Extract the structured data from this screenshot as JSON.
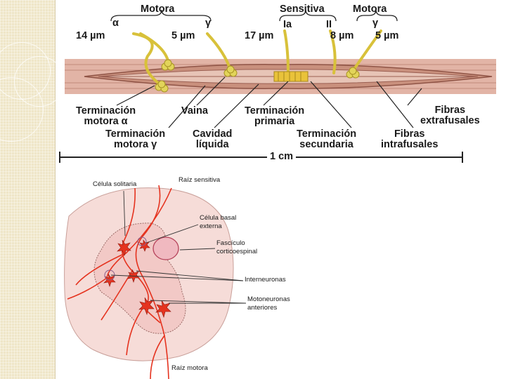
{
  "spindle_figure": {
    "headers": {
      "motora_left": "Motora",
      "sensitiva": "Sensitiva",
      "motora_right": "Motora"
    },
    "greek": {
      "alpha": "α",
      "gamma_left": "γ",
      "ia": "Ia",
      "ii": "II",
      "gamma_right": "γ"
    },
    "diameters": {
      "d14": "14 µm",
      "d5a": "5 µm",
      "d17": "17 µm",
      "d8": "8 µm",
      "d5b": "5 µm"
    },
    "labels": {
      "terminacion_motora_alfa": [
        "Terminación",
        "motora α"
      ],
      "vaina": "Vaina",
      "terminacion_primaria": [
        "Terminación",
        "primaria"
      ],
      "fibras_extrafusales": [
        "Fibras",
        "extrafusales"
      ],
      "terminacion_motora_gamma": [
        "Terminación",
        "motora γ"
      ],
      "cavidad_liquida": [
        "Cavidad",
        "líquida"
      ],
      "terminacion_secundaria": [
        "Terminación",
        "secundaria"
      ],
      "fibras_intrafusales": [
        "Fibras",
        "intrafusales"
      ]
    },
    "scale_label": "1 cm"
  },
  "spinal_figure": {
    "labels": {
      "celula_solitaria": "Célula solitaria",
      "raiz_sensitiva": "Raíz sensitiva",
      "celula_basal_externa": [
        "Célula basal",
        "externa"
      ],
      "fasciculo_corticoespinal": [
        "Fascículo",
        "corticoespinal"
      ],
      "interneuronas": "Interneuronas",
      "motoneuronas_anteriores": [
        "Motoneuronas",
        "anteriores"
      ],
      "raiz_motora": "Raíz motora"
    }
  },
  "colors": {
    "side_band": "#efe6c8",
    "muscle": "#c9907d",
    "nerve_yellow": "#d8c13a",
    "neuron_red": "#e5331f",
    "gray_matter": "#f2c9c6"
  }
}
